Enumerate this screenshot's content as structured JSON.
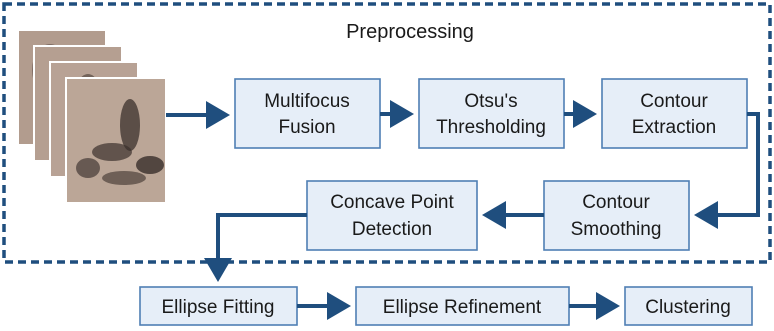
{
  "diagram": {
    "section_title": "Preprocessing",
    "input_image_frames": 4,
    "nodes": {
      "multifocus": [
        "Multifocus",
        "Fusion"
      ],
      "otsu": [
        "Otsu's",
        "Thresholding"
      ],
      "contour_extraction": [
        "Contour",
        "Extraction"
      ],
      "contour_smoothing": [
        "Contour",
        "Smoothing"
      ],
      "concave": [
        "Concave Point",
        "Detection"
      ],
      "ellipse_fitting": [
        "Ellipse Fitting"
      ],
      "ellipse_refinement": [
        "Ellipse Refinement"
      ],
      "clustering": [
        "Clustering"
      ]
    },
    "edges": [
      [
        "input-images",
        "multifocus"
      ],
      [
        "multifocus",
        "otsu"
      ],
      [
        "otsu",
        "contour_extraction"
      ],
      [
        "contour_extraction",
        "contour_smoothing"
      ],
      [
        "contour_smoothing",
        "concave"
      ],
      [
        "concave",
        "ellipse_fitting"
      ],
      [
        "ellipse_fitting",
        "ellipse_refinement"
      ],
      [
        "ellipse_refinement",
        "clustering"
      ]
    ],
    "colors": {
      "box_fill": "#e6eef8",
      "box_stroke": "#4f7fb4",
      "arrow": "#1f4e7e",
      "frame": "#1f4e7e"
    }
  }
}
